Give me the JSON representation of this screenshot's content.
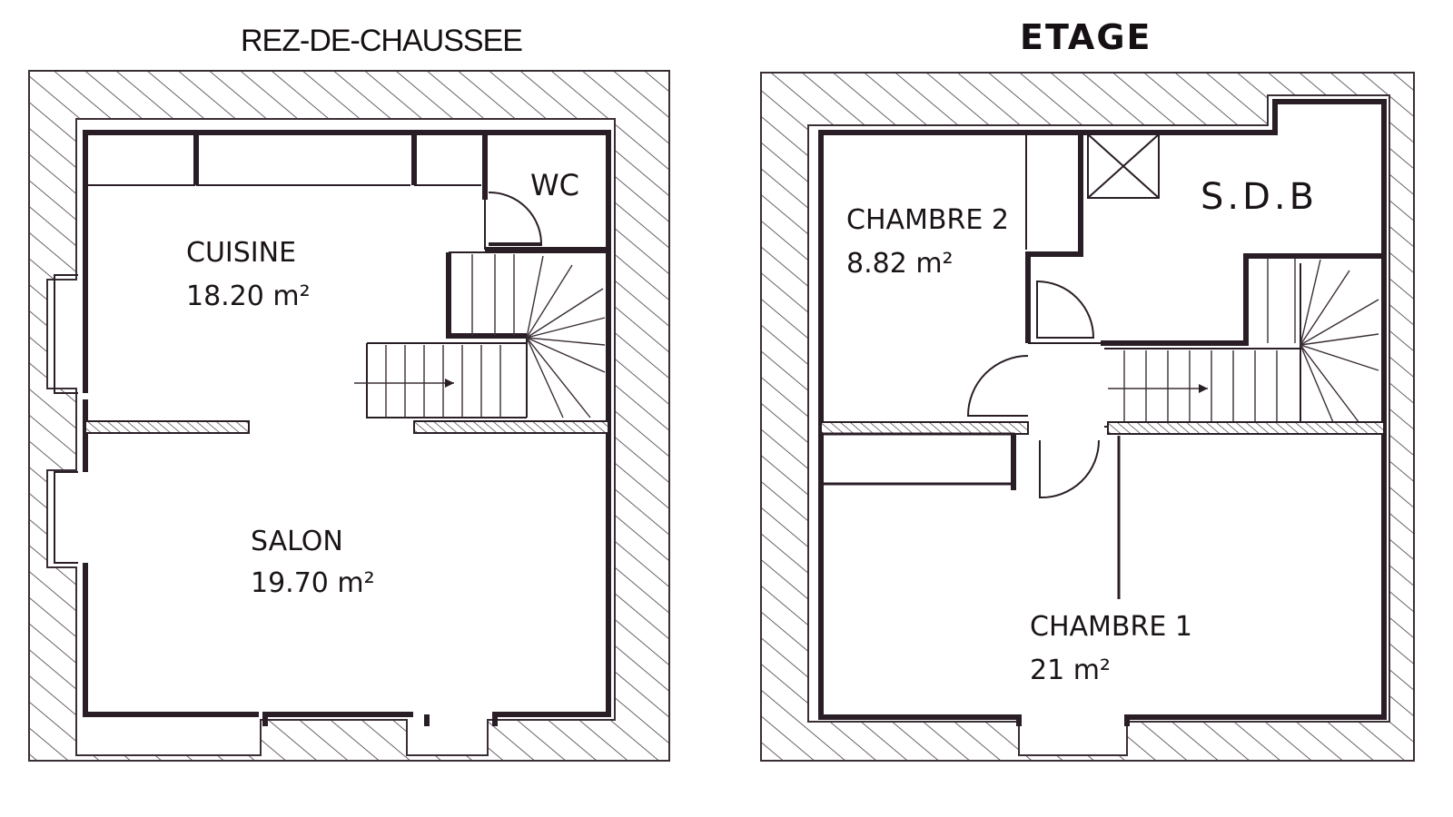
{
  "floors": [
    {
      "title": "REZ-DE-CHAUSSEE",
      "rooms": [
        {
          "name": "CUISINE",
          "area": "18.20 m²"
        },
        {
          "name": "SALON",
          "area": "19.70 m²"
        },
        {
          "name": "WC",
          "area": ""
        }
      ]
    },
    {
      "title": "ETAGE",
      "rooms": [
        {
          "name": "CHAMBRE 2",
          "area": "8.82 m²"
        },
        {
          "name": "S.D.B",
          "area": ""
        },
        {
          "name": "CHAMBRE 1",
          "area": "21 m²"
        }
      ]
    }
  ],
  "colors": {
    "ink": "#2a1e26",
    "hatch": "#3a2e36",
    "background": "#ffffff"
  }
}
